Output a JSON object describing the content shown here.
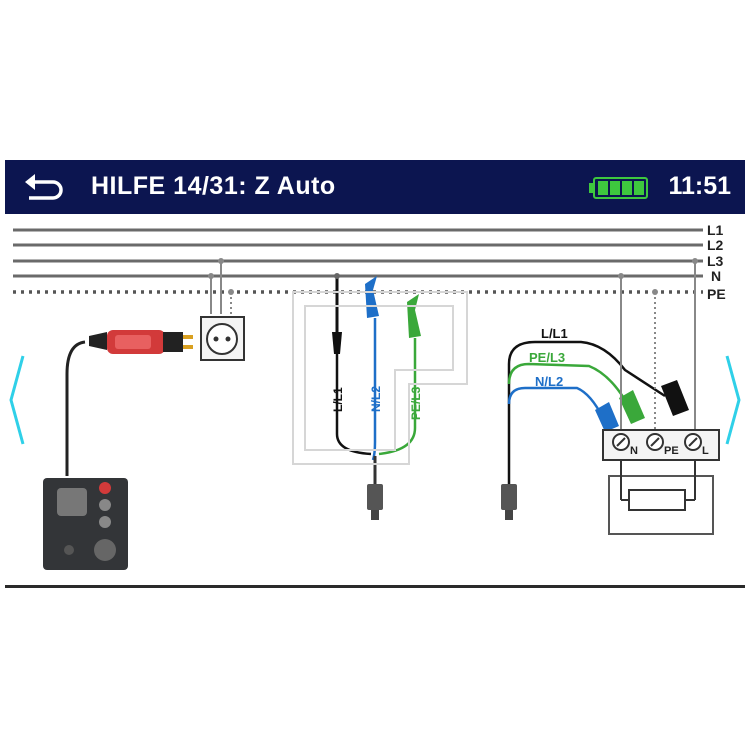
{
  "header": {
    "title": "HILFE 14/31: Z Auto",
    "clock": "11:51"
  },
  "bus_labels": [
    "L1",
    "L2",
    "L3",
    "N",
    "PE"
  ],
  "probe_labels": {
    "black": "L/L1",
    "blue": "N/L2",
    "green": "PE/L3"
  },
  "adapter_labels": {
    "black": "L/L1",
    "green": "PE/L3",
    "blue": "N/L2"
  },
  "terminal_labels": {
    "n": "N",
    "pe": "PE",
    "l": "L"
  },
  "colors": {
    "header_bg": "#0c1550",
    "nav_arrow": "#2fd0e8",
    "battery": "#3ec83e",
    "probe_black": "#111111",
    "probe_blue": "#1e6fc8",
    "probe_green": "#3aa83a",
    "plug_red": "#d23a3a"
  }
}
